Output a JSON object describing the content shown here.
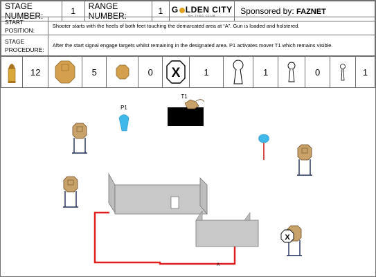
{
  "header": {
    "stage_label": "STAGE NUMBER:",
    "stage_number": "1",
    "range_label": "RANGE NUMBER:",
    "range_number": "1",
    "logo_first": "G",
    "logo_rest": "LDEN CITY",
    "logo_sub": "SH    TING CLUB",
    "sponsor_prefix": "Sponsored by:",
    "sponsor_name": "FAZNET"
  },
  "start_position": {
    "label_line1": "START",
    "label_line2": "POSITION:",
    "text": "Shooter starts with the heels of both feet touching the demarcated area at “A”. Gun is loaded and holstered."
  },
  "procedure": {
    "label_line1": "STAGE",
    "label_line2": "PROCEDURE:",
    "text": "After the start signal engage targets whilst remaining in the designated area. P1 activates mover T1 which remains visible."
  },
  "counts": {
    "rounds": "12",
    "paper_targets": "5",
    "small_paper_targets": "0",
    "no_shoots": "1",
    "large_poppers": "1",
    "medium_poppers": "0",
    "small_poppers": "1"
  },
  "icons": [
    "bullet-icon",
    "octagon-target-icon",
    "small-octagon-target-icon",
    "no-shoot-icon",
    "large-popper-icon",
    "medium-popper-icon",
    "small-popper-icon"
  ],
  "stage_labels": {
    "popper": "P1",
    "mover": "T1",
    "no_shoot_mark": "X",
    "shooting_area": "A"
  },
  "colors": {
    "target_tan": "#c9a26a",
    "target_dark": "#6b4a23",
    "popper_blue": "#41b8ea",
    "fault_line": "#e02020",
    "wall_fill": "#c8c8c8",
    "logo_gold": "#e0a21f"
  }
}
